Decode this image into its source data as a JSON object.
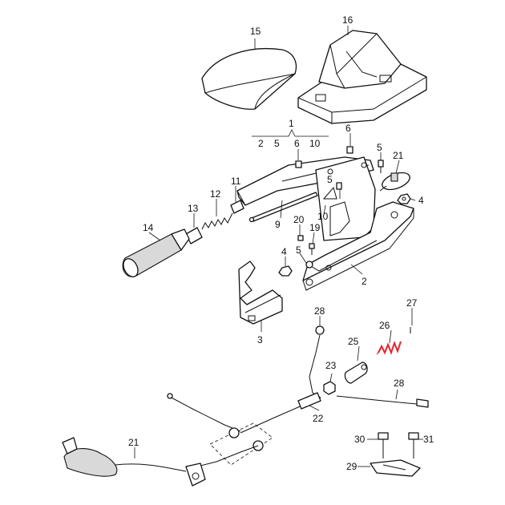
{
  "labels": {
    "l15": "15",
    "l16": "16",
    "l1": "1",
    "l2a": "2",
    "l5a": "5",
    "l6a": "6",
    "l10a": "10",
    "l6b": "6",
    "l5b": "5",
    "l21a": "21",
    "l11": "11",
    "l12": "12",
    "l13": "13",
    "l14": "14",
    "l9": "9",
    "l5c": "5",
    "l4a": "4",
    "l10b": "10",
    "l20": "20",
    "l19": "19",
    "l4b": "4",
    "l5d": "5",
    "l2b": "2",
    "l3": "3",
    "l28a": "28",
    "l27": "27",
    "l26": "26",
    "l25": "25",
    "l23": "23",
    "l28b": "28",
    "l22": "22",
    "l21b": "21",
    "l30": "30",
    "l31": "31",
    "l29": "29"
  },
  "colors": {
    "line": "#111111",
    "highlight": "#e8232e",
    "shade": "#d9d9d9",
    "background": "#ffffff"
  }
}
